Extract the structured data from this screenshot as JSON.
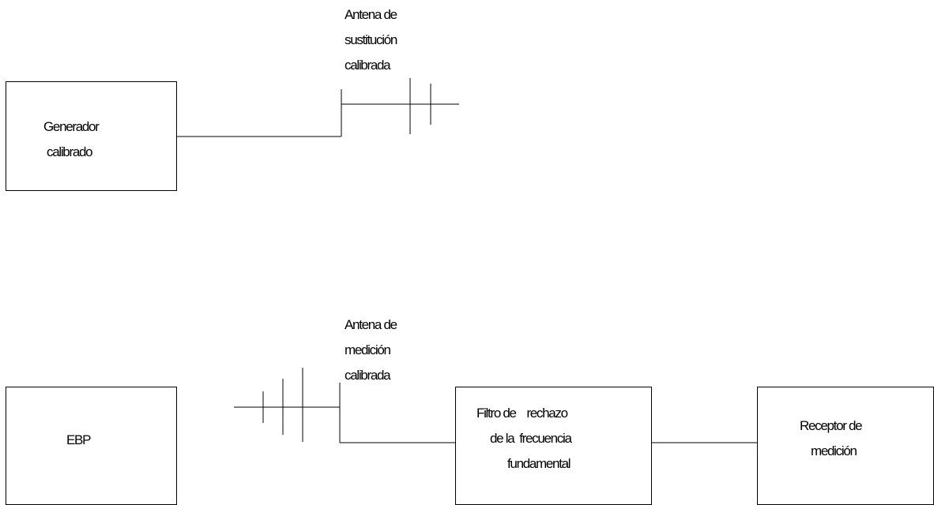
{
  "top_setup": {
    "generator_box": {
      "line1": "Generador",
      "line2": "calibrado"
    },
    "antenna_label": {
      "line1": "Antena de",
      "line2": "sustitución",
      "line3": "calibrada"
    }
  },
  "bottom_setup": {
    "ebp_box": {
      "label": "EBP"
    },
    "antenna_label": {
      "line1": "Antena de",
      "line2": "medición",
      "line3": "calibrada"
    },
    "filter_box": {
      "line1": "Filtro de    rechazo",
      "line2": "de la  frecuencia",
      "line3": "fundamental"
    },
    "receiver_box": {
      "line1": "Receptor de",
      "line2": "medición"
    }
  }
}
